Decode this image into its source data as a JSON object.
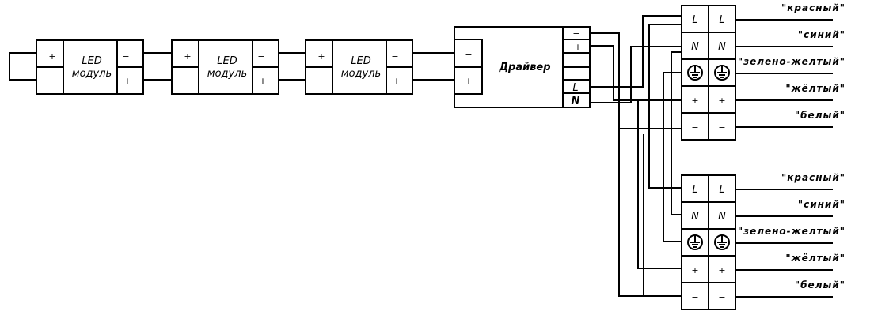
{
  "led_modules": [
    {
      "title": "LED",
      "subtitle": "модуль",
      "in_top": "+",
      "in_bottom": "−",
      "out_top": "−",
      "out_bottom": "+"
    },
    {
      "title": "LED",
      "subtitle": "модуль",
      "in_top": "+",
      "in_bottom": "−",
      "out_top": "−",
      "out_bottom": "+"
    },
    {
      "title": "LED",
      "subtitle": "модуль",
      "in_top": "+",
      "in_bottom": "−",
      "out_top": "−",
      "out_bottom": "+"
    }
  ],
  "driver": {
    "title": "Драйвер",
    "in_top": "−",
    "in_bottom": "+",
    "out": [
      "−",
      "+",
      "",
      "",
      "L",
      "N"
    ]
  },
  "terminal_blocks": [
    {
      "rows": [
        [
          "L",
          "L"
        ],
        [
          "N",
          "N"
        ],
        [
          "⏚",
          "⏚"
        ],
        [
          "+",
          "+"
        ],
        [
          "−",
          "−"
        ]
      ],
      "wire_labels": [
        "\"красный\"",
        "\"синий\"",
        "\"зелено-желтый\"",
        "\"жёлтый\"",
        "\"белый\""
      ]
    },
    {
      "rows": [
        [
          "L",
          "L"
        ],
        [
          "N",
          "N"
        ],
        [
          "⏚",
          "⏚"
        ],
        [
          "+",
          "+"
        ],
        [
          "−",
          "−"
        ]
      ],
      "wire_labels": [
        "\"красный\"",
        "\"синий\"",
        "\"зелено-желтый\"",
        "\"жёлтый\"",
        "\"белый\""
      ]
    }
  ]
}
